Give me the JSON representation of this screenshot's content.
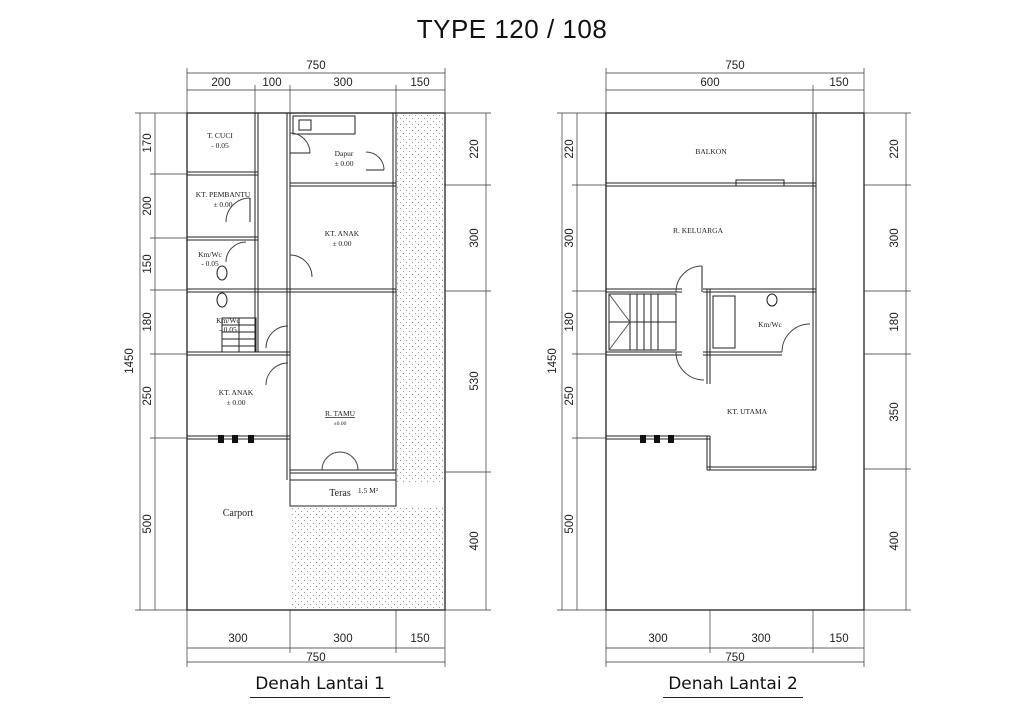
{
  "title": "TYPE 120 / 108",
  "plans": {
    "floor1": {
      "caption": "Denah Lantai 1",
      "top_dims": {
        "total": "750",
        "segments": [
          "200",
          "100",
          "300",
          "150"
        ]
      },
      "bottom_dims": {
        "total": "750",
        "segments": [
          "300",
          "300",
          "150"
        ]
      },
      "left_dims": {
        "total": "1450",
        "segments": [
          "170",
          "200",
          "150",
          "180",
          "250",
          "500"
        ]
      },
      "right_dims": {
        "segments": [
          "220",
          "300",
          "530",
          "400"
        ]
      },
      "rooms": {
        "t_cuci": "T. CUCI",
        "t_cuci_level": "- 0.05",
        "dapur": "Dapur",
        "dapur_level": "± 0.00",
        "kt_pembantu": "KT. PEMBANTU",
        "kt_pembantu_level": "± 0.00",
        "kt_anak_1": "KT. ANAK",
        "kt_anak_1_level": "± 0.00",
        "kmwc_1": "Km/Wc",
        "kmwc_1_level": "- 0.05",
        "kmwc_2": "Km/Wc",
        "kmwc_2_level": "- 0.05",
        "kt_anak_2": "KT. ANAK",
        "kt_anak_2_level": "± 0.00",
        "r_tamu": "R. TAMU",
        "r_tamu_level": "±0.00",
        "teras": "Teras",
        "teras_area": "1.5 M²",
        "carport": "Carport"
      }
    },
    "floor2": {
      "caption": "Denah Lantai 2",
      "top_dims": {
        "total": "750",
        "segments": [
          "600",
          "150"
        ]
      },
      "bottom_dims": {
        "total": "750",
        "segments": [
          "300",
          "300",
          "150"
        ]
      },
      "left_dims": {
        "total": "1450",
        "segments": [
          "220",
          "300",
          "180",
          "250",
          "500"
        ]
      },
      "right_dims": {
        "segments": [
          "220",
          "300",
          "180",
          "350",
          "400"
        ]
      },
      "rooms": {
        "balkon": "BALKON",
        "r_keluarga": "R. KELUARGA",
        "kmwc": "Km/Wc",
        "kt_utama": "KT. UTAMA"
      }
    }
  }
}
